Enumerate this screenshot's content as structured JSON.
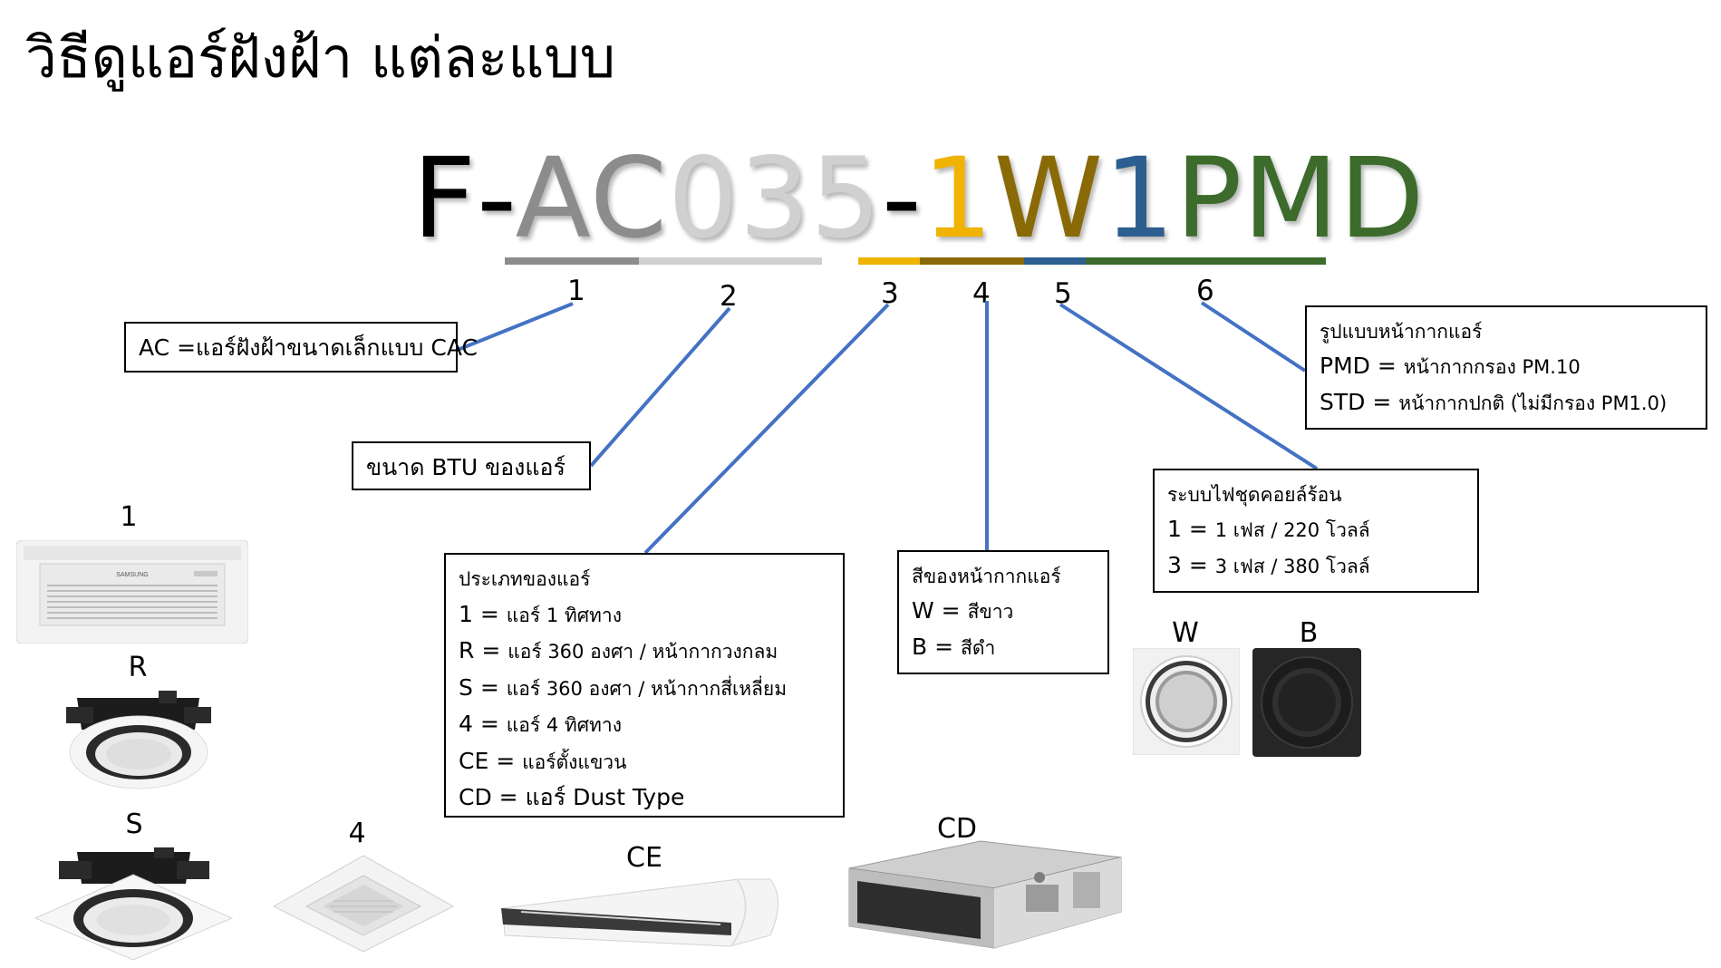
{
  "title": "วิธีดูแอร์ฝังฝ้า แต่ละแบบ",
  "code": {
    "segments": [
      {
        "text": "F-",
        "color": "#000000"
      },
      {
        "text": "AC",
        "color": "#8c8c8c"
      },
      {
        "text": "035",
        "color": "#d0d0d0"
      },
      {
        "text": "-",
        "color": "#000000"
      },
      {
        "text": "1",
        "color": "#f0b400"
      },
      {
        "text": "W",
        "color": "#8a6a06"
      },
      {
        "text": "1",
        "color": "#2c5f8f"
      },
      {
        "text": "PMD",
        "color": "#3c6b2c"
      }
    ],
    "underline_colors": [
      "#8c8c8c",
      "#d0d0d0",
      "#f0b400",
      "#8a6a06",
      "#2c5f8f",
      "#3c6b2c"
    ]
  },
  "numbers": [
    "1",
    "2",
    "3",
    "4",
    "5",
    "6"
  ],
  "connector_color": "#4472c4",
  "boxes": {
    "ac": {
      "line1": "AC =แอร์ฝังฝ้าขนาดเล็กแบบ CAC"
    },
    "btu": {
      "line1": "ขนาด BTU ของแอร์"
    },
    "type": {
      "heading": "ประเภทของแอร์",
      "items": [
        {
          "code": "1 = ",
          "desc": "แอร์ 1 ทิศทาง"
        },
        {
          "code": "R = ",
          "desc": "แอร์ 360 องศา / หน้ากากวงกลม"
        },
        {
          "code": "S = ",
          "desc": "แอร์ 360 องศา / หน้ากากสี่เหลี่ยม"
        },
        {
          "code": "4 = ",
          "desc": "แอร์ 4 ทิศทาง"
        },
        {
          "code": "CE = ",
          "desc": "แอร์ตั้งแขวน"
        },
        {
          "code": "CD = ",
          "desc": "แอร์ Dust Type"
        }
      ]
    },
    "color": {
      "heading": "สีของหน้ากากแอร์",
      "items": [
        {
          "code": "W = ",
          "desc": "สีขาว"
        },
        {
          "code": "B = ",
          "desc": "สีดำ"
        }
      ]
    },
    "power": {
      "heading": "ระบบไฟชุดคอยล์ร้อน",
      "items": [
        {
          "code": "1 = ",
          "desc": "1 เฟส / 220 โวลล์"
        },
        {
          "code": "3 = ",
          "desc": "3 เฟส / 380 โวลล์"
        }
      ]
    },
    "panel": {
      "heading": "รูปแบบหน้ากากแอร์",
      "items": [
        {
          "code": "PMD = ",
          "desc": "หน้ากากกรอง PM.10"
        },
        {
          "code": "STD = ",
          "desc": "หน้ากากปกติ (ไม่มีกรอง PM1.0)"
        }
      ]
    }
  },
  "products": {
    "p1": "1",
    "pR": "R",
    "pS": "S",
    "p4": "4",
    "pCE": "CE",
    "pCD": "CD",
    "pW": "W",
    "pB": "B",
    "unit_brand": "SAMSUNG"
  }
}
